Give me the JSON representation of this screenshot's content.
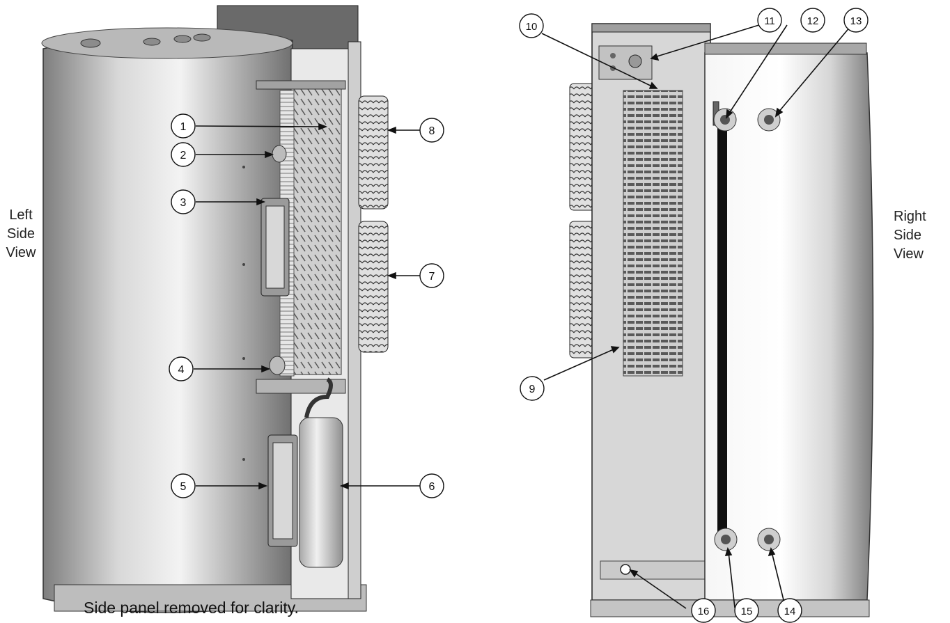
{
  "labels": {
    "left_view": [
      "Left",
      "Side",
      "View"
    ],
    "right_view": [
      "Right",
      "Side",
      "View"
    ],
    "caption": "Side panel removed for clarity."
  },
  "callouts": [
    "1",
    "2",
    "3",
    "4",
    "5",
    "6",
    "7",
    "8",
    "9",
    "10",
    "11",
    "12",
    "13",
    "14",
    "15",
    "16"
  ],
  "colors": {
    "tank_dark": "#8a8a8a",
    "tank_light": "#f4f4f4",
    "panel": "#d6d6d6",
    "line": "#111111"
  }
}
